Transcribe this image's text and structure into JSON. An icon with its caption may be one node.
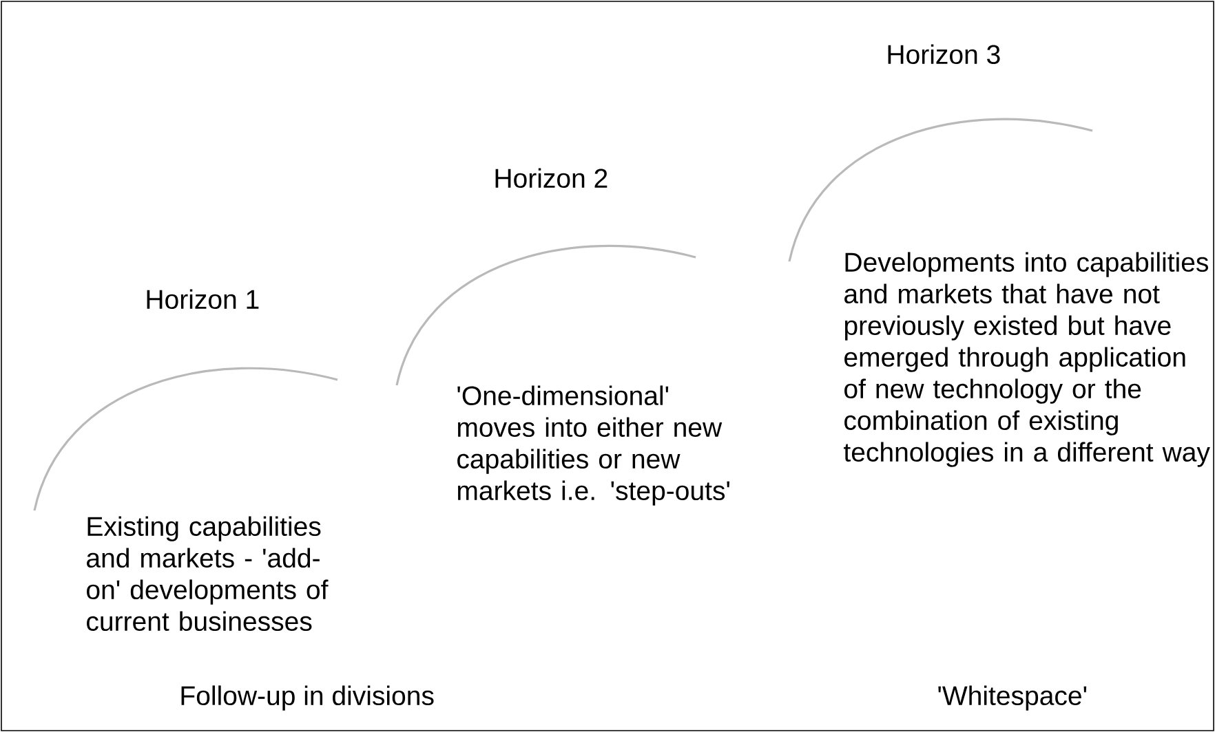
{
  "diagram": {
    "labels": [
      "Horizon 3",
      "Horizon 2",
      "Horizon 1",
      "Developments into capabilities and markets that have not previously existed but have emerged through application of new technology or the combination of existing technologies in a different way",
      "'One-dimensional' moves into either new capabilities or new markets i.e. 'step-outs'",
      "Existing capabilities and markets - 'add-on' developments of current businesses",
      "Follow-up in divisions",
      "'Whitespace'"
    ]
  }
}
